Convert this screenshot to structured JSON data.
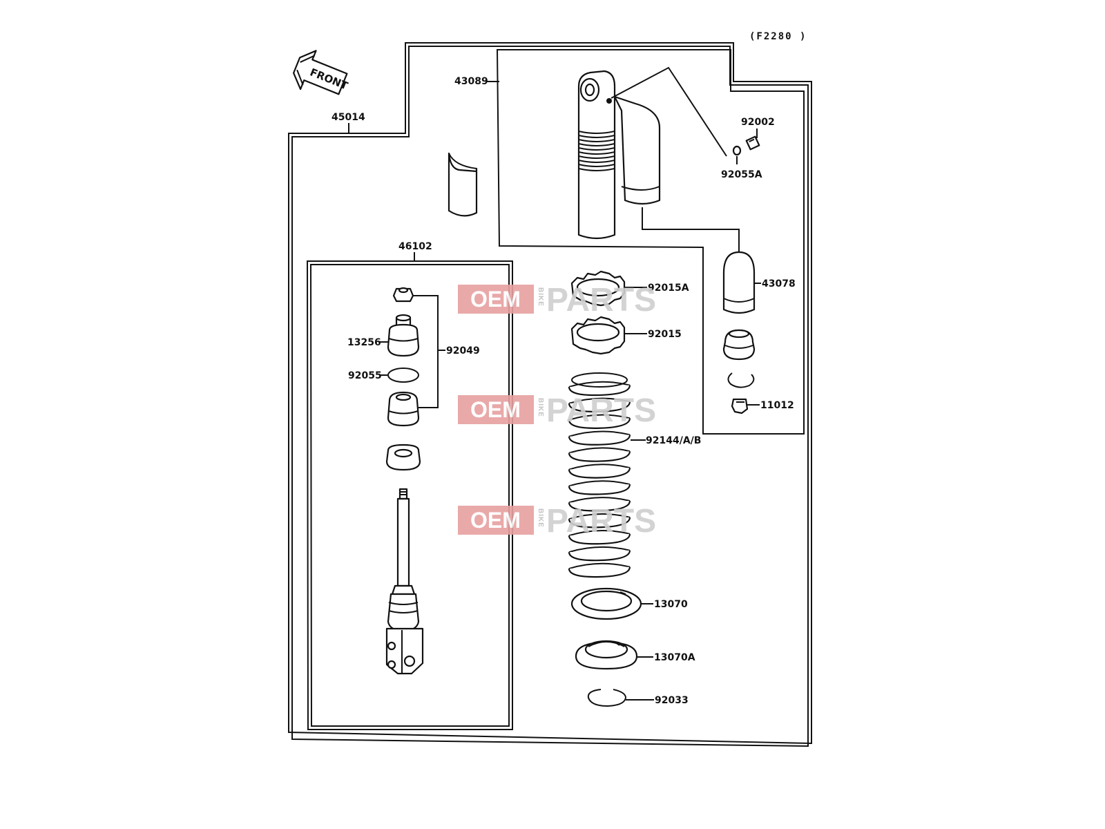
{
  "diagram": {
    "code": "(F2280 )",
    "front_label": "FRONT",
    "parts": {
      "p45014": "45014",
      "p43089": "43089",
      "p92002": "92002",
      "p92055a": "92055A",
      "p46102": "46102",
      "p92015a": "92015A",
      "p43078": "43078",
      "p13256": "13256",
      "p92049": "92049",
      "p92015": "92015",
      "p92055": "92055",
      "p11012": "11012",
      "p92144": "92144/A/B",
      "p13070": "13070",
      "p13070a": "13070A",
      "p92033": "92033"
    },
    "watermark": {
      "red": "OEM",
      "side": "BIKE",
      "grey": "PARTS"
    }
  }
}
